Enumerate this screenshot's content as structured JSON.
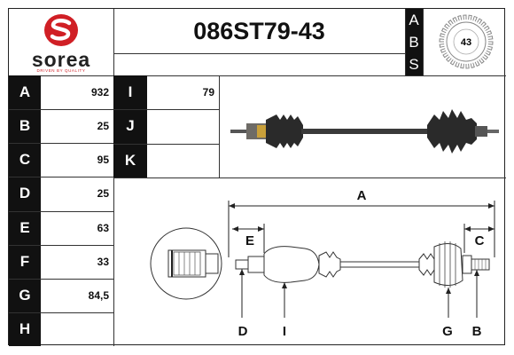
{
  "header": {
    "part_number": "086ST79-43",
    "abs_letters": [
      "A",
      "B",
      "S"
    ],
    "abs_teeth": "43"
  },
  "logo": {
    "name": "sorea",
    "tagline": "DRIVEN BY QUALITY",
    "color": "#d01f25"
  },
  "specs_left": [
    {
      "label": "A",
      "value": "932"
    },
    {
      "label": "B",
      "value": "25"
    },
    {
      "label": "C",
      "value": "95"
    },
    {
      "label": "D",
      "value": "25"
    },
    {
      "label": "E",
      "value": "63"
    },
    {
      "label": "F",
      "value": "33"
    },
    {
      "label": "G",
      "value": "84,5"
    },
    {
      "label": "H",
      "value": ""
    }
  ],
  "specs_mid": [
    {
      "label": "I",
      "value": "79"
    },
    {
      "label": "J",
      "value": ""
    },
    {
      "label": "K",
      "value": ""
    }
  ],
  "diagram": {
    "top_dimension": "A",
    "left_dimension": "E",
    "right_dimension": "C",
    "bottom_labels": [
      "D",
      "I",
      "G",
      "B"
    ]
  }
}
